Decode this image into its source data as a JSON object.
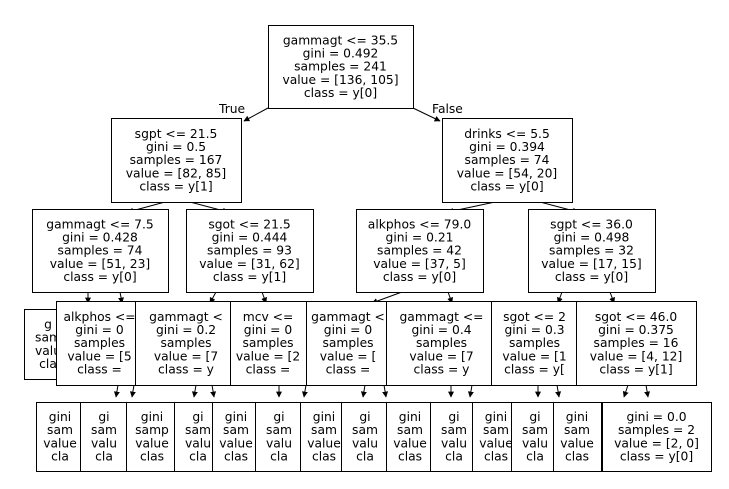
{
  "tree": {
    "edge_labels": {
      "true_label": "True",
      "false_label": "False"
    },
    "nodes": [
      {
        "id": "n0",
        "lines": [
          "gammagt <= 35.5",
          "gini = 0.492",
          "samples = 241",
          "value = [136, 105]",
          "class = y[0]"
        ]
      },
      {
        "id": "n1",
        "lines": [
          "sgpt <= 21.5",
          "gini = 0.5",
          "samples = 167",
          "value = [82, 85]",
          "class = y[1]"
        ]
      },
      {
        "id": "n2",
        "lines": [
          "drinks <= 5.5",
          "gini = 0.394",
          "samples = 74",
          "value = [54, 20]",
          "class = y[0]"
        ]
      },
      {
        "id": "n3",
        "lines": [
          "gammagt <= 7.5",
          "gini = 0.428",
          "samples = 74",
          "value = [51, 23]",
          "class = y[0]"
        ]
      },
      {
        "id": "n4",
        "lines": [
          "sgot <= 21.5",
          "gini = 0.444",
          "samples = 93",
          "value = [31, 62]",
          "class = y[1]"
        ]
      },
      {
        "id": "n5",
        "lines": [
          "alkphos <= 79.0",
          "gini = 0.21",
          "samples = 42",
          "value = [37, 5]",
          "class = y[0]"
        ]
      },
      {
        "id": "n6",
        "lines": [
          "sgpt <= 36.0",
          "gini = 0.498",
          "samples = 32",
          "value = [17, 15]",
          "class = y[0]"
        ]
      },
      {
        "id": "n7",
        "lines": [
          "g",
          "sam",
          "valu",
          "cla"
        ]
      },
      {
        "id": "n8",
        "lines": [
          "alkphos <=",
          "gini = 0",
          "samples",
          "value = [5",
          "class ="
        ]
      },
      {
        "id": "n9",
        "lines": [
          "gammagt <",
          "gini = 0.2",
          "samples",
          "value = [7",
          "class = y"
        ]
      },
      {
        "id": "n10",
        "lines": [
          "mcv <=",
          "gini = 0",
          "samples",
          "value = [2",
          "class ="
        ]
      },
      {
        "id": "n11",
        "lines": [
          "gammagt <",
          "gini = 0",
          "samples",
          "value = [",
          "class ="
        ]
      },
      {
        "id": "n12",
        "lines": [
          "gammagt <=",
          "gini = 0.4",
          "samples",
          "value = [7",
          "class = y"
        ]
      },
      {
        "id": "n13",
        "lines": [
          "sgot <= 2",
          "gini = 0.3",
          "samples",
          "value = [1",
          "class = y["
        ]
      },
      {
        "id": "n14",
        "lines": [
          "sgot <= 46.0",
          "gini = 0.375",
          "samples = 16",
          "value = [4, 12]",
          "class = y[1]"
        ]
      },
      {
        "id": "n15",
        "lines": [
          "gini",
          "sam",
          "value",
          "cla"
        ]
      },
      {
        "id": "n16",
        "lines": [
          "gi",
          "sam",
          "valu",
          "cla"
        ]
      },
      {
        "id": "n17",
        "lines": [
          "gini",
          "samp",
          "value",
          "clas"
        ]
      },
      {
        "id": "n18",
        "lines": [
          "gi",
          "sam",
          "valu",
          "cla"
        ]
      },
      {
        "id": "n19",
        "lines": [
          "gini",
          "sam",
          "value",
          "clas"
        ]
      },
      {
        "id": "n20",
        "lines": [
          "gi",
          "sam",
          "valu",
          "cla"
        ]
      },
      {
        "id": "n21",
        "lines": [
          "gini",
          "sam",
          "value",
          "clas"
        ]
      },
      {
        "id": "n22",
        "lines": [
          "gi",
          "sam",
          "valu",
          "cla"
        ]
      },
      {
        "id": "n23",
        "lines": [
          "gini",
          "sam",
          "value",
          "clas"
        ]
      },
      {
        "id": "n24",
        "lines": [
          "gi",
          "sam",
          "valu",
          "cla"
        ]
      },
      {
        "id": "n25",
        "lines": [
          "gini",
          "sam",
          "value",
          "clas"
        ]
      },
      {
        "id": "n26",
        "lines": [
          "gi",
          "sam",
          "valu",
          "cla"
        ]
      },
      {
        "id": "n27",
        "lines": [
          "gini",
          "sam",
          "value",
          "clas"
        ]
      },
      {
        "id": "n28",
        "lines": [
          "gi",
          "sam",
          "valu",
          "cla"
        ]
      },
      {
        "id": "n29",
        "lines": [
          "gini = 0.0",
          "samples = 2",
          "value = [2, 0]",
          "class = y[0]"
        ]
      }
    ]
  }
}
